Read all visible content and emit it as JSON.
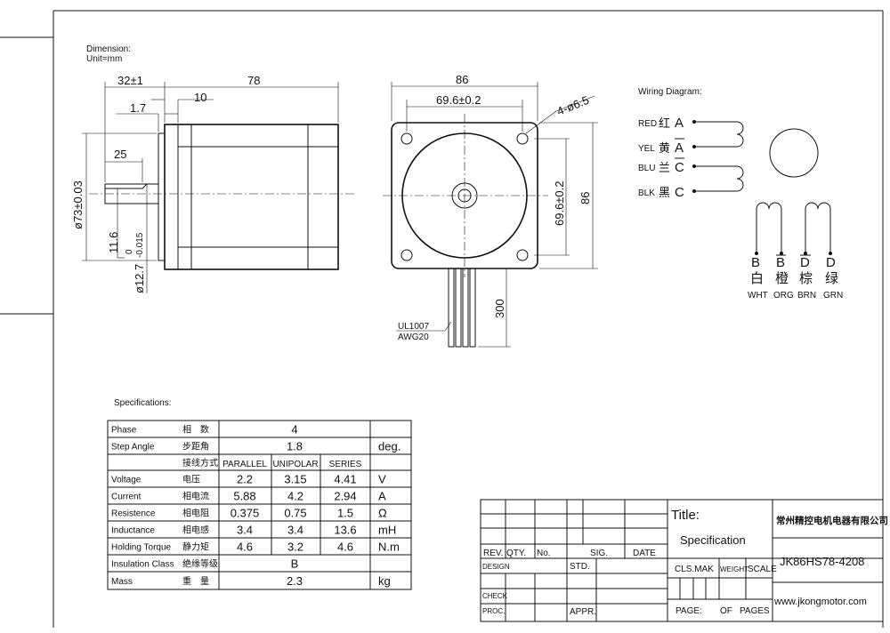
{
  "header": {
    "dimension_label": "Dimension:",
    "unit_label": "Unit=mm"
  },
  "side_view": {
    "dim_32": "32±1",
    "dim_78": "78",
    "dim_10": "10",
    "dim_1_7": "1.7",
    "dim_25": "25",
    "dim_73": "ø73±0.03",
    "dim_11_6": "11.6",
    "dim_12_7": "ø12.7",
    "tol_upper": "0",
    "tol_lower": "-0.015"
  },
  "front_view": {
    "dim_86_top": "86",
    "dim_69_6_top": "69.6±0.2",
    "hole_label": "4-ø6.5",
    "dim_69_6_side": "69.6±0.2",
    "dim_86_side": "86",
    "lead_length": "300",
    "wire_spec_1": "UL1007",
    "wire_spec_2": "AWG20"
  },
  "wiring": {
    "title": "Wiring Diagram:",
    "left_leads": [
      {
        "color": "RED",
        "cn": "红",
        "phase": "A"
      },
      {
        "color": "YEL",
        "cn": "黄",
        "phase": "A",
        "bar": true
      },
      {
        "color": "BLU",
        "cn": "兰",
        "phase": "C",
        "bar": true
      },
      {
        "color": "BLK",
        "cn": "黑",
        "phase": "C"
      }
    ],
    "bottom_leads": [
      {
        "phase": "B",
        "cn": "白",
        "color": "WHT"
      },
      {
        "phase": "B",
        "bar": true,
        "cn": "橙",
        "color": "ORG"
      },
      {
        "phase": "D",
        "bar": true,
        "cn": "棕",
        "color": "BRN"
      },
      {
        "phase": "D",
        "cn": "绿",
        "color": "GRN"
      }
    ]
  },
  "specs": {
    "title": "Specifications:",
    "rows": [
      {
        "en": "Phase",
        "cn": "相　数",
        "merged": "4",
        "unit": ""
      },
      {
        "en": "Step Angle",
        "cn": "步距角",
        "merged": "1.8",
        "unit": "deg."
      },
      {
        "en": "",
        "cn": "接线方式",
        "p": "PARALLEL",
        "u": "UNIPOLAR",
        "s": "SERIES",
        "unit": ""
      },
      {
        "en": "Voltage",
        "cn": "电压",
        "p": "2.2",
        "u": "3.15",
        "s": "4.41",
        "unit": "V"
      },
      {
        "en": "Current",
        "cn": "相电流",
        "p": "5.88",
        "u": "4.2",
        "s": "2.94",
        "unit": "A"
      },
      {
        "en": "Resistence",
        "cn": "相电阻",
        "p": "0.375",
        "u": "0.75",
        "s": "1.5",
        "unit": "Ω"
      },
      {
        "en": "Inductance",
        "cn": "相电感",
        "p": "3.4",
        "u": "3.4",
        "s": "13.6",
        "unit": "mH"
      },
      {
        "en": "Holding Torque",
        "cn": "静力矩",
        "p": "4.6",
        "u": "3.2",
        "s": "4.6",
        "unit": "N.m"
      },
      {
        "en": "Insulation Class",
        "cn": "绝缘等级",
        "merged": "B",
        "unit": ""
      },
      {
        "en": "Mass",
        "cn": "重　量",
        "merged": "2.3",
        "unit": "kg"
      }
    ]
  },
  "title_block": {
    "rev": "REV.",
    "qty": "QTY.",
    "no": "No.",
    "sig": "SIG.",
    "date": "DATE",
    "design": "DESIGN",
    "std": "STD.",
    "check": "CHECK",
    "proc": "PROC.",
    "appr": "APPR.",
    "title_label": "Title:",
    "specification": "Specification",
    "cls_mak": "CLS.MAK",
    "weight": "WEIGHT",
    "scale": "SCALE",
    "page": "PAGE:",
    "of": "OF",
    "pages": "PAGES",
    "company": "常州精控电机电器有限公司",
    "model": "JK86HS78-4208",
    "website": "www.jkongmotor.com"
  }
}
